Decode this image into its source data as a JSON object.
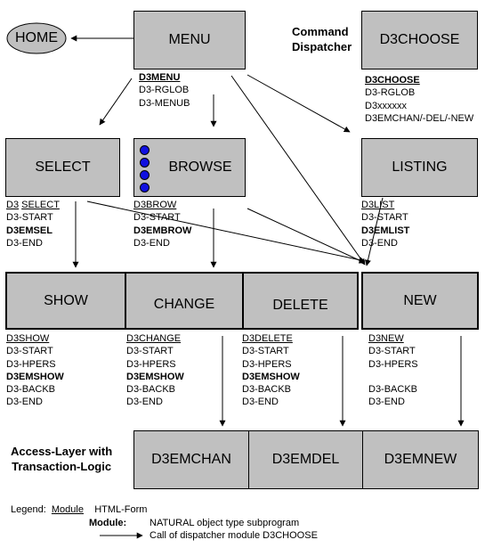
{
  "nodes": {
    "home": "HOME",
    "menu": "MENU",
    "d3choose": "D3CHOOSE",
    "select": "SELECT",
    "browse": "BROWSE",
    "listing": "LISTING",
    "show": "SHOW",
    "change": "CHANGE",
    "delete": "DELETE",
    "new": "NEW",
    "d3emchan": "D3EMCHAN",
    "d3emdel": "D3EMDEL",
    "d3emnew": "D3EMNEW"
  },
  "labels": {
    "command_dispatcher": [
      "Command",
      "Dispatcher"
    ],
    "access_layer": [
      "Access-Layer with",
      "Transaction-Logic"
    ]
  },
  "modules": {
    "menu": [
      "D3MENU",
      "D3-RGLOB",
      "D3-MENUB"
    ],
    "d3choose": [
      "D3CHOOSE",
      "D3-RGLOB",
      "D3xxxxxx",
      "D3EMCHAN/-DEL/-NEW"
    ],
    "select": [
      "D3",
      "SELECT",
      "D3-START",
      "D3EMSEL",
      "D3-END"
    ],
    "browse": [
      "D3BROW",
      "D3-START",
      "D3EMBROW",
      "D3-END"
    ],
    "listing": [
      "D3LIST",
      "D3-START",
      "D3EMLIST",
      "D3-END"
    ],
    "show": [
      "D3SHOW",
      "D3-START",
      "D3-HPERS",
      "D3EMSHOW",
      "D3-BACKB",
      "D3-END"
    ],
    "change": [
      "D3CHANGE",
      "D3-START",
      "D3-HPERS",
      "D3EMSHOW",
      "D3-BACKB",
      "D3-END"
    ],
    "delete": [
      "D3DELETE",
      "D3-START",
      "D3-HPERS",
      "D3EMSHOW",
      "D3-BACKB",
      "D3-END"
    ],
    "new": [
      "D3NEW",
      "D3-START",
      "D3-HPERS",
      "",
      "D3-BACKB",
      "D3-END"
    ]
  },
  "legend": {
    "title": "Legend:",
    "module": "Module",
    "html_form": "HTML-Form",
    "module_key": "Module:",
    "module_desc": "NATURAL object type subprogram",
    "arrow_desc": "Call of dispatcher module  D3CHOOSE"
  }
}
